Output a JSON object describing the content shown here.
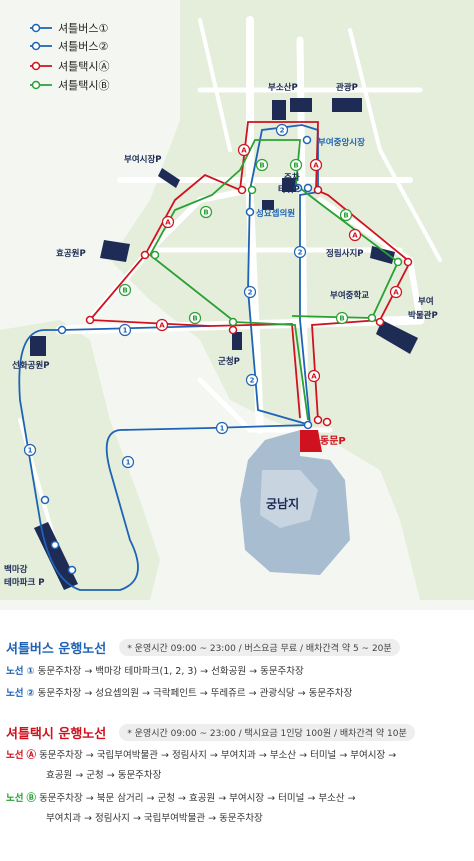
{
  "legend": [
    {
      "key": "bus1",
      "label": "셔틀버스①",
      "color": "#1e63b5"
    },
    {
      "key": "bus2",
      "label": "셔틀버스②",
      "color": "#1e63b5"
    },
    {
      "key": "taxiA",
      "label": "셔틀택시Ⓐ",
      "color": "#d0121e"
    },
    {
      "key": "taxiB",
      "label": "셔틀택시Ⓑ",
      "color": "#2aa035"
    }
  ],
  "places": {
    "busosan": "부소산P",
    "gwangwang": "관광P",
    "buyeo_market": "부여중앙시장",
    "buyeo_city_market_p": "부여시장P",
    "jucha_tower_1": "주차",
    "jucha_tower_2": "타워P",
    "seongyo": "성요셉의원",
    "hyowon": "효공원P",
    "jeongnimsa": "정림사지P",
    "buyeo_middle": "부여중학교",
    "museum_1": "부여",
    "museum_2": "박물관P",
    "seonhwa": "선화공원P",
    "guncheong": "군청P",
    "dongmun": "동문P",
    "gungnamji": "궁남지",
    "baekma_1": "백마강",
    "baekma_2": "테마파크 P"
  },
  "route_marks": {
    "bus1": "1",
    "bus2": "2",
    "taxiA": "A",
    "taxiB": "B"
  },
  "bus": {
    "title": "셔틀버스 운행노선",
    "note": "* 운영시간 09:00 ~ 23:00 / 버스요금 무료 / 배차간격 약 5 ~ 20분",
    "routes": [
      {
        "tag": "노선",
        "num": "①",
        "text": "동문주차장 → 백마강 테마파크(1, 2, 3) → 선화공원 → 동문주차장"
      },
      {
        "tag": "노선",
        "num": "②",
        "text": "동문주차장 → 성요셉의원 → 극락페인트 → 뚜레쥬르 → 관광식당 → 동문주차장"
      }
    ]
  },
  "taxi": {
    "title": "셔틀택시 운행노선",
    "note": "* 운영시간 09:00 ~ 23:00 / 택시요금 1인당 100원 / 배차간격 약 10분",
    "routes": [
      {
        "tag": "노선",
        "num": "Ⓐ",
        "line1": "동문주차장 → 국립부여박물관 → 정림사지 → 부여치과 → 부소산 → 터미널 → 부여시장 →",
        "line2": "효공원 → 군청 → 동문주차장"
      },
      {
        "tag": "노선",
        "num": "Ⓑ",
        "line1": "동문주차장 → 북문 삼거리 → 군청 → 효공원 → 부여시장 → 터미널 → 부소산 →",
        "line2": "부여치과 → 정림사지 → 국립부여박물관 → 동문주차장"
      }
    ]
  }
}
